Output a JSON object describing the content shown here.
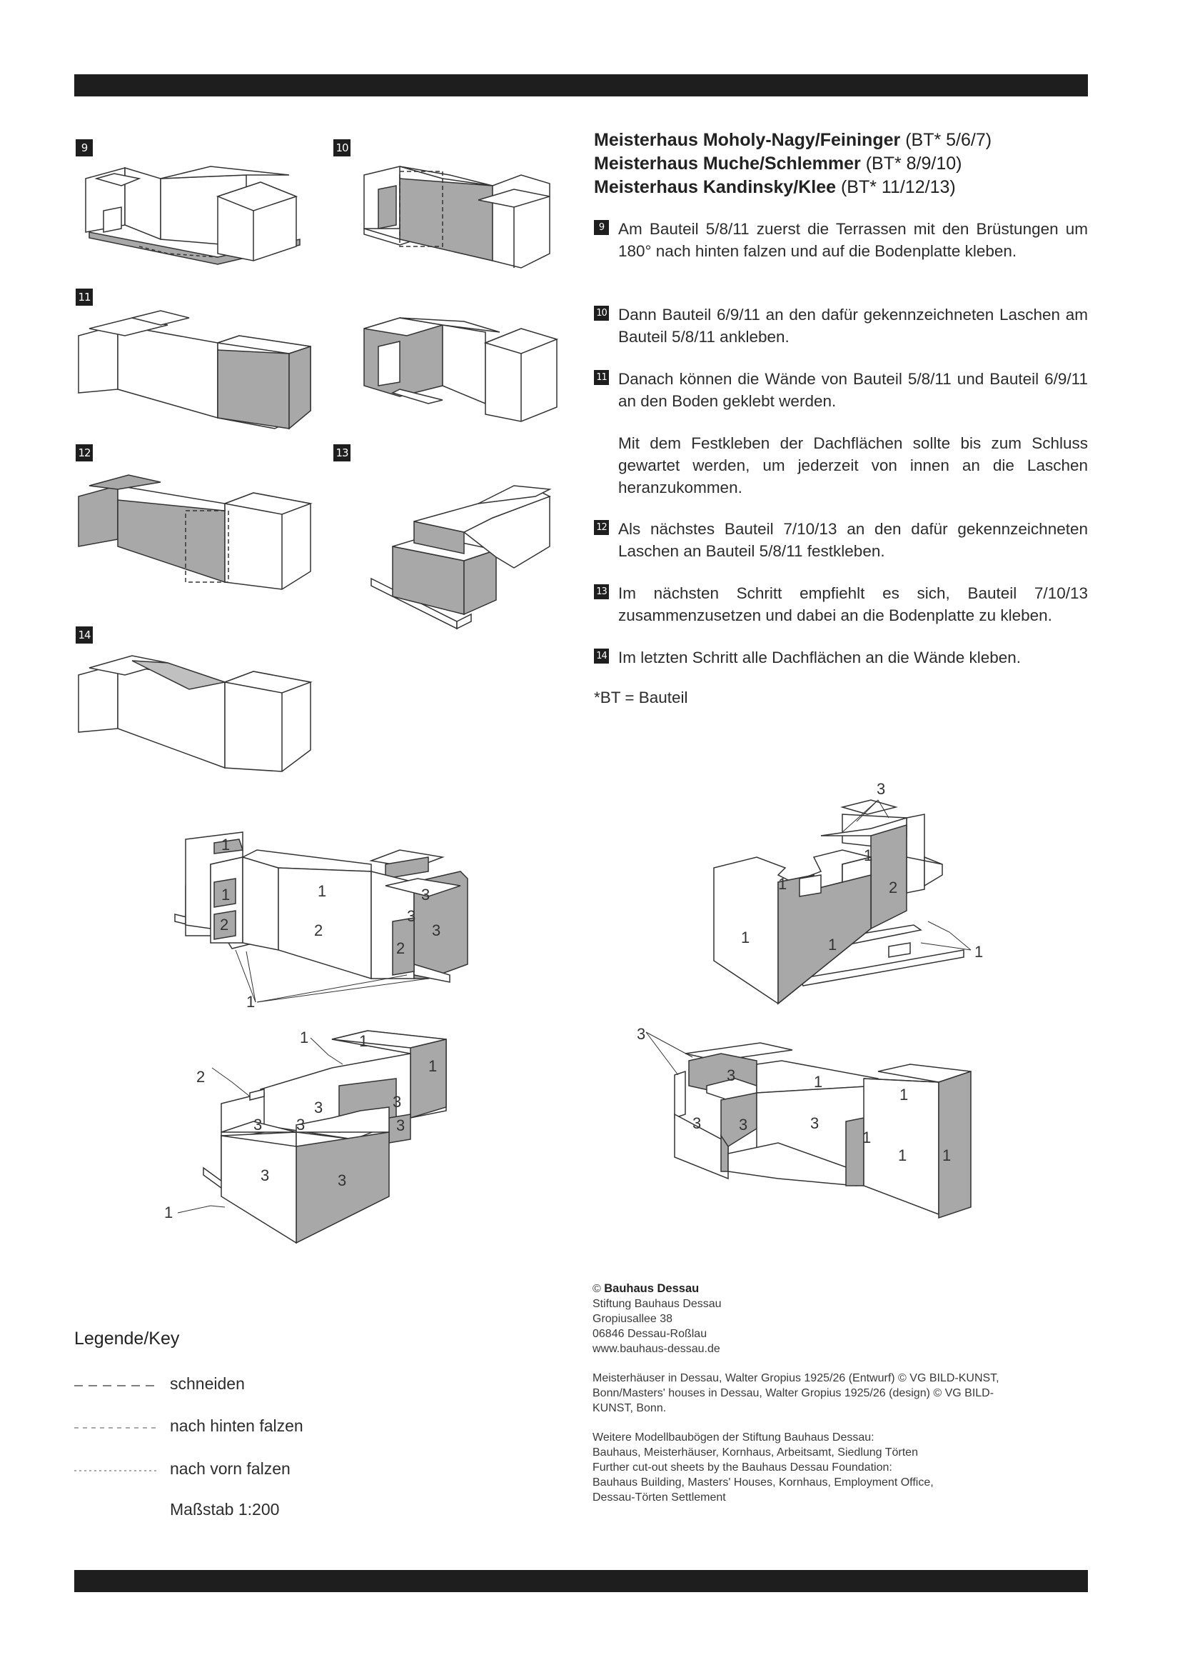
{
  "titles": [
    {
      "name": "Meisterhaus Moholy-Nagy/Feininger",
      "bt": "(BT* 5/6/7)"
    },
    {
      "name": "Meisterhaus Muche/Schlemmer",
      "bt": "(BT* 8/9/10)"
    },
    {
      "name": "Meisterhaus Kandinsky/Klee",
      "bt": "(BT* 11/12/13)"
    }
  ],
  "steps": [
    {
      "num": "9",
      "text": "Am Bauteil 5/8/11 zuerst die Terrassen mit den Brüstungen um 180° nach hinten falzen und auf die Bodenplatte kleben."
    },
    {
      "num": "10",
      "text": "Dann Bauteil 6/9/11 an den dafür gekennzeichneten Laschen am Bauteil 5/8/11 ankleben."
    },
    {
      "num": "11",
      "text": "Danach können die Wände von Bauteil 5/8/11 und Bauteil 6/9/11 an den Boden geklebt werden."
    },
    {
      "num": "",
      "text": "Mit dem Festkleben der Dachflächen sollte bis zum Schluss gewartet werden, um jederzeit von innen an die Laschen heranzukommen."
    },
    {
      "num": "12",
      "text": "Als nächstes Bauteil 7/10/13 an den dafür gekennzeichneten Laschen an Bauteil 5/8/11 festkleben."
    },
    {
      "num": "13",
      "text": "Im nächsten Schritt empfiehlt es sich, Bauteil 7/10/13 zusammenzusetzen und dabei an die Bodenplatte zu kleben."
    },
    {
      "num": "14",
      "text": "Im letzten Schritt alle Dachflächen an die Wände kleben."
    }
  ],
  "footnote": "*BT = Bauteil",
  "figure_badges": [
    "9",
    "10",
    "11",
    "12",
    "13",
    "14"
  ],
  "diagram_labels": {
    "top_left": [
      "1",
      "1",
      "3",
      "1",
      "2",
      "2",
      "3",
      "3",
      "2",
      "1"
    ],
    "bottom_left": [
      "1",
      "1",
      "1",
      "2",
      "3",
      "3",
      "3",
      "3",
      "3",
      "3",
      "3",
      "1"
    ],
    "top_right": [
      "3",
      "1",
      "1",
      "2",
      "1",
      "1",
      "1"
    ],
    "bottom_right": [
      "3",
      "3",
      "1",
      "3",
      "3",
      "3",
      "1",
      "1",
      "1",
      "1"
    ]
  },
  "legend": {
    "title": "Legende/Key",
    "rows": [
      {
        "label": "schneiden"
      },
      {
        "label": "nach hinten falzen"
      },
      {
        "label": "nach vorn falzen"
      }
    ],
    "scale": "Maßstab 1:200"
  },
  "credits": {
    "copyright": "©",
    "brand": "Bauhaus Dessau",
    "address": [
      "Stiftung Bauhaus Dessau",
      "Gropiusallee 38",
      "06846 Dessau-Roßlau",
      "www.bauhaus-dessau.de"
    ],
    "rights": [
      "Meisterhäuser in Dessau, Walter Gropius 1925/26 (Entwurf) © VG BILD-KUNST,",
      "Bonn/Masters' houses in Dessau, Walter Gropius 1925/26 (design) © VG BILD-",
      "KUNST, Bonn."
    ],
    "more": [
      "Weitere Modellbaubögen der Stiftung Bauhaus Dessau:",
      "Bauhaus, Meisterhäuser, Kornhaus, Arbeitsamt, Siedlung Törten",
      "Further cut-out sheets by the Bauhaus Dessau Foundation:",
      "Bauhaus Building, Masters' Houses, Kornhaus, Employment Office,",
      "Dessau-Törten Settlement"
    ]
  },
  "colors": {
    "bar": "#1e1e1e",
    "shade": "#a8a8a8",
    "stroke": "#333333"
  }
}
